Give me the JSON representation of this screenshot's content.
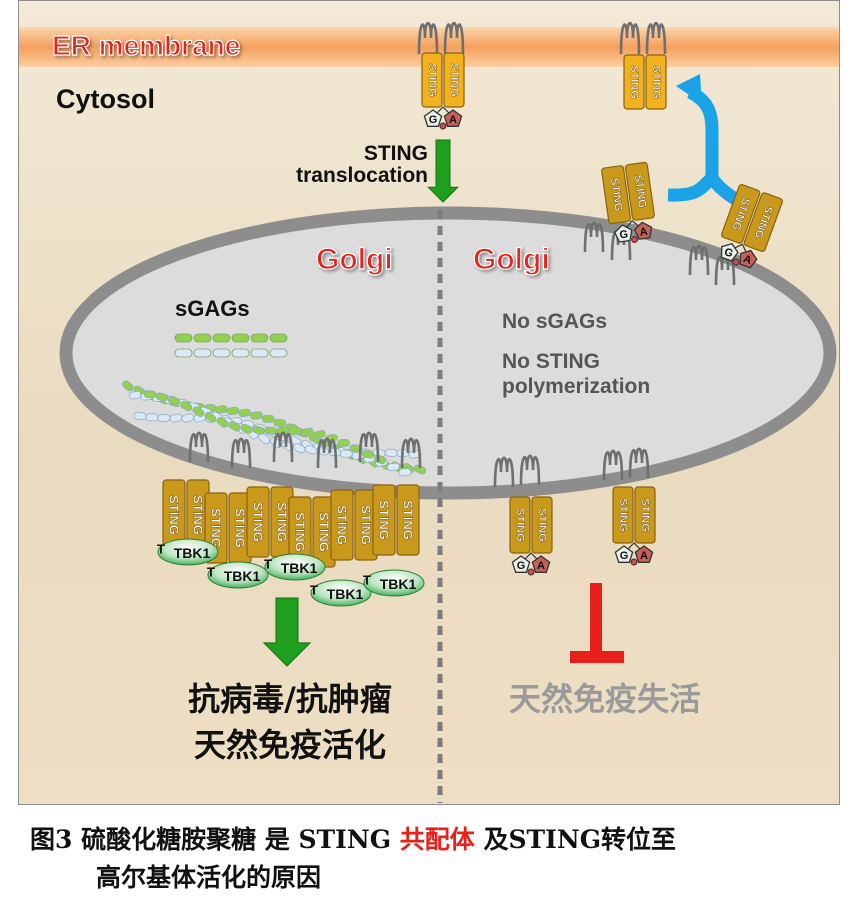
{
  "compartments": {
    "er_membrane": "ER membrane",
    "cytosol": "Cytosol",
    "golgi_left": "Golgi",
    "golgi_right": "Golgi"
  },
  "sting_label": "STING",
  "tbk1_label": "TBK1",
  "tbk1_t_label": "T",
  "cgamp": {
    "g": "G",
    "a": "A"
  },
  "translocation": {
    "line1": "STING",
    "line2": "translocation"
  },
  "left": {
    "sgags": "sGAGs",
    "effect_line1": "抗病毒/抗肿瘤",
    "effect_line2": "天然免疫活化"
  },
  "right": {
    "no_sgags": "No sGAGs",
    "no_poly_line1": "No STING",
    "no_poly_line2": "polymerization",
    "effect": "天然免疫失活"
  },
  "caption": {
    "prefix": "图3  硫酸化糖胺聚糖 是 STING ",
    "highlight": "共配体",
    "suffix": " 及STING转位至",
    "line2": "高尔基体活化的原因"
  },
  "colors": {
    "er_band": "#f6a768",
    "sting_fill": "#c9991c",
    "sting_er_fill": "#f2b21e",
    "golgi_ring": "#8d8d8d",
    "golgi_fill": "#dcdcdc",
    "arrow_green": "#1ea01e",
    "arrow_blue": "#1aa3e6",
    "inhibit_red": "#e8201c",
    "sgag_green": "#92d050",
    "sgag_blue": "#dbe9f6"
  }
}
